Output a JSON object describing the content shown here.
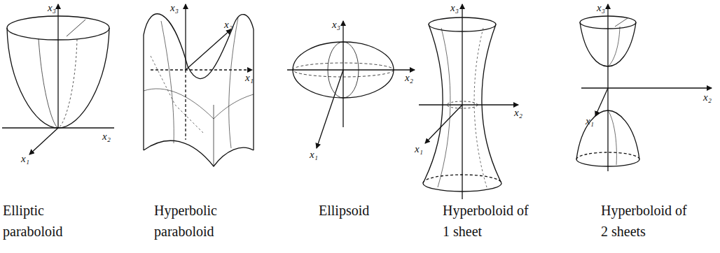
{
  "diagram": {
    "labels": [
      "x₃",
      "x₂",
      "x₁",
      "x₃",
      "x₂",
      "x₁",
      "x₃",
      "x₂",
      "x₁",
      "x₃",
      "x₂",
      "x₁",
      "x₃",
      "x₂",
      "x₁",
      "Elliptic paraboloid",
      "Hyperbolic paraboloid",
      "Ellipsoid",
      "Hyperboloid of 1 sheet",
      "Hyperboloid of 2 sheets"
    ]
  }
}
